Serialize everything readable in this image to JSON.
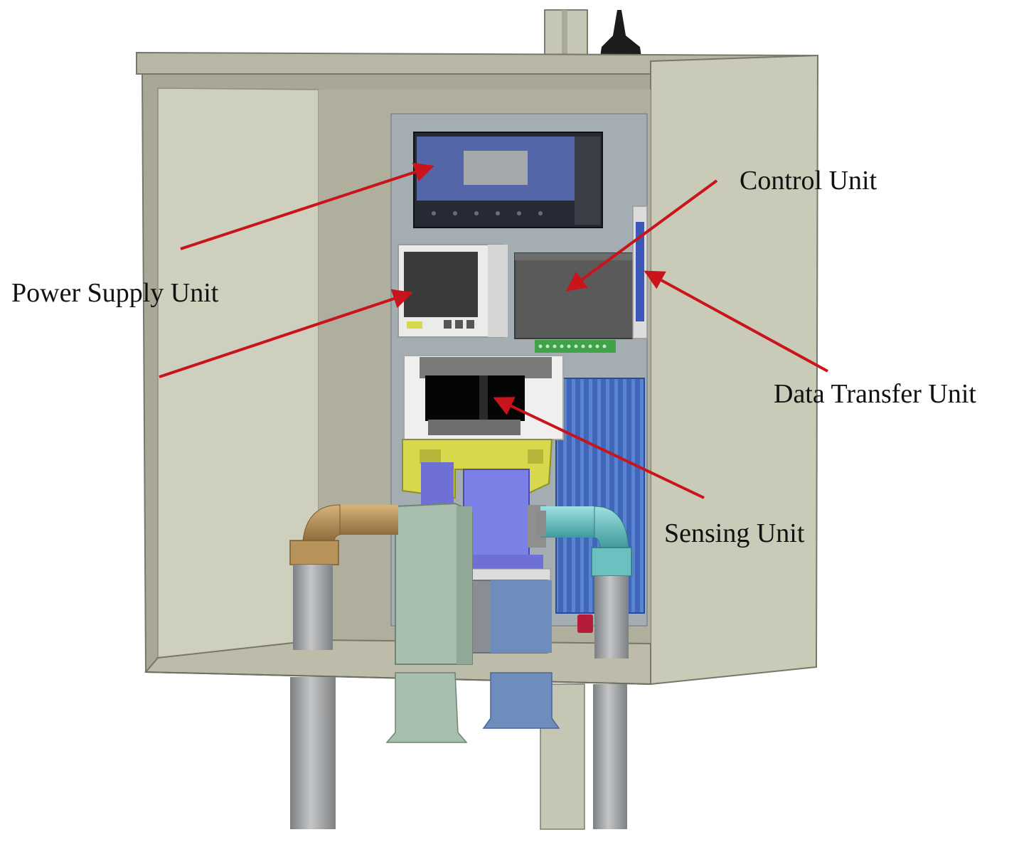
{
  "labels": {
    "control_unit": "Control Unit",
    "power_supply_unit": "Power Supply Unit",
    "data_transfer_unit": "Data Transfer Unit",
    "sensing_unit": "Sensing Unit"
  },
  "colors": {
    "arrow": "#c8141a",
    "enclosure_outer": "#bdbcab",
    "enclosure_inner": "#a9a897",
    "door_panel": "#cfcfbd",
    "mounting_plate": "#a3adb2",
    "controller_blue": "#5566a8",
    "heatsink_blue": "#3f66b8",
    "pipe_grey": "#a4a6a8",
    "pipe_brass": "#b8935a",
    "pipe_teal": "#6cc0c0",
    "sensor_body": "#7c7fe6",
    "bracket_yellow": "#d8d84c"
  }
}
